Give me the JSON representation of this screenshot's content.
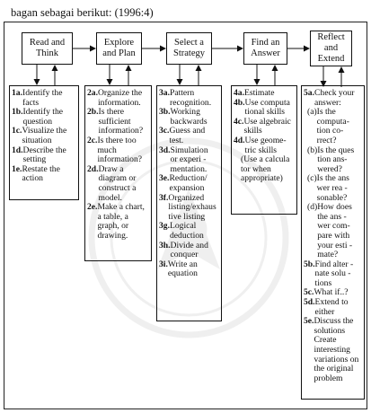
{
  "caption": "bagan sebagai berikut: (1996:4)",
  "steps": [
    {
      "label": "Read and\nThink"
    },
    {
      "label": "Explore\nand Plan"
    },
    {
      "label": "Select a\nStrategy"
    },
    {
      "label": "Find an\nAnswer"
    },
    {
      "label": "Reflect\nand\nExtend"
    }
  ],
  "columns": [
    {
      "items": [
        {
          "num": "1a.",
          "text": "Identify the\nfacts"
        },
        {
          "num": "1b.",
          "text": " Identify the\nquestion"
        },
        {
          "num": "1c.",
          "text": " Visualize the\nsituation"
        },
        {
          "num": "1d.",
          "text": " Describe the\nsetting"
        },
        {
          "num": "1e.",
          "text": "Restate the\naction"
        }
      ]
    },
    {
      "items": [
        {
          "num": "2a.",
          "text": "Organize the\ninformation."
        },
        {
          "num": "2b.",
          "text": " Is there\nsufficient\ninformation?"
        },
        {
          "num": "2c.",
          "text": " Is there too\nmuch\ninformation?"
        },
        {
          "num": "2d.",
          "text": " Draw a\ndiagram or\nconstruct a\nmodel."
        },
        {
          "num": "2e.",
          "text": " Make a chart,\na table, a\ngraph, or\ndrawing."
        }
      ]
    },
    {
      "items": [
        {
          "num": "3a.",
          "text": "Pattern\nrecognition."
        },
        {
          "num": "3b.",
          "text": " Working\nbackwards"
        },
        {
          "num": "3c.",
          "text": " Guess and\ntest."
        },
        {
          "num": "3d.",
          "text": " Simulation\nor experi -\nmentation."
        },
        {
          "num": "3e.",
          "text": " Reduction/\nexpansion"
        },
        {
          "num": "3f.",
          "text": " Organized\nlisting/exhaus\ntive listing"
        },
        {
          "num": "3g.",
          "text": " Logical\ndeduction"
        },
        {
          "num": "3h.",
          "text": " Divide and\nconquer"
        },
        {
          "num": "3i.",
          "text": " Write an\nequation"
        }
      ]
    },
    {
      "items": [
        {
          "num": "4a.",
          "text": "Estimate"
        },
        {
          "num": "4b.",
          "text": " Use computa\ntional skills"
        },
        {
          "num": "4c.",
          "text": " Use algebraic\nskills"
        },
        {
          "num": "4d.",
          "text": "Use  geome-\ntric skills"
        }
      ],
      "note": "(Use a calcula\ntor  when\nappropriate)"
    },
    {
      "items": [
        {
          "num": "5a.",
          "text": "Check your\nanswer:"
        }
      ],
      "subitems": [
        {
          "tag": "(a)",
          "text": "Is the\ncomputa-\ntion co-\nrrect?"
        },
        {
          "tag": "(b)",
          "text": "Is the ques\ntion ans-\nwered?"
        },
        {
          "tag": "(c)",
          "text": "Is the ans\nwer rea -\nsonable?"
        },
        {
          "tag": "(d)",
          "text": "How does\nthe ans -\nwer com-\npare with\nyour esti -\nmate?"
        }
      ],
      "items2": [
        {
          "num": "5b.",
          "text": " Find alter -\nnate solu -\ntions"
        },
        {
          "num": "5c.",
          "text": " What if..?"
        },
        {
          "num": "5d.",
          "text": " Extend to\neither"
        },
        {
          "num": "5e.",
          "text": " Discuss the\nsolutions\n  Create\ninteresting\nvariations on\nthe original\nproblem"
        }
      ]
    }
  ]
}
